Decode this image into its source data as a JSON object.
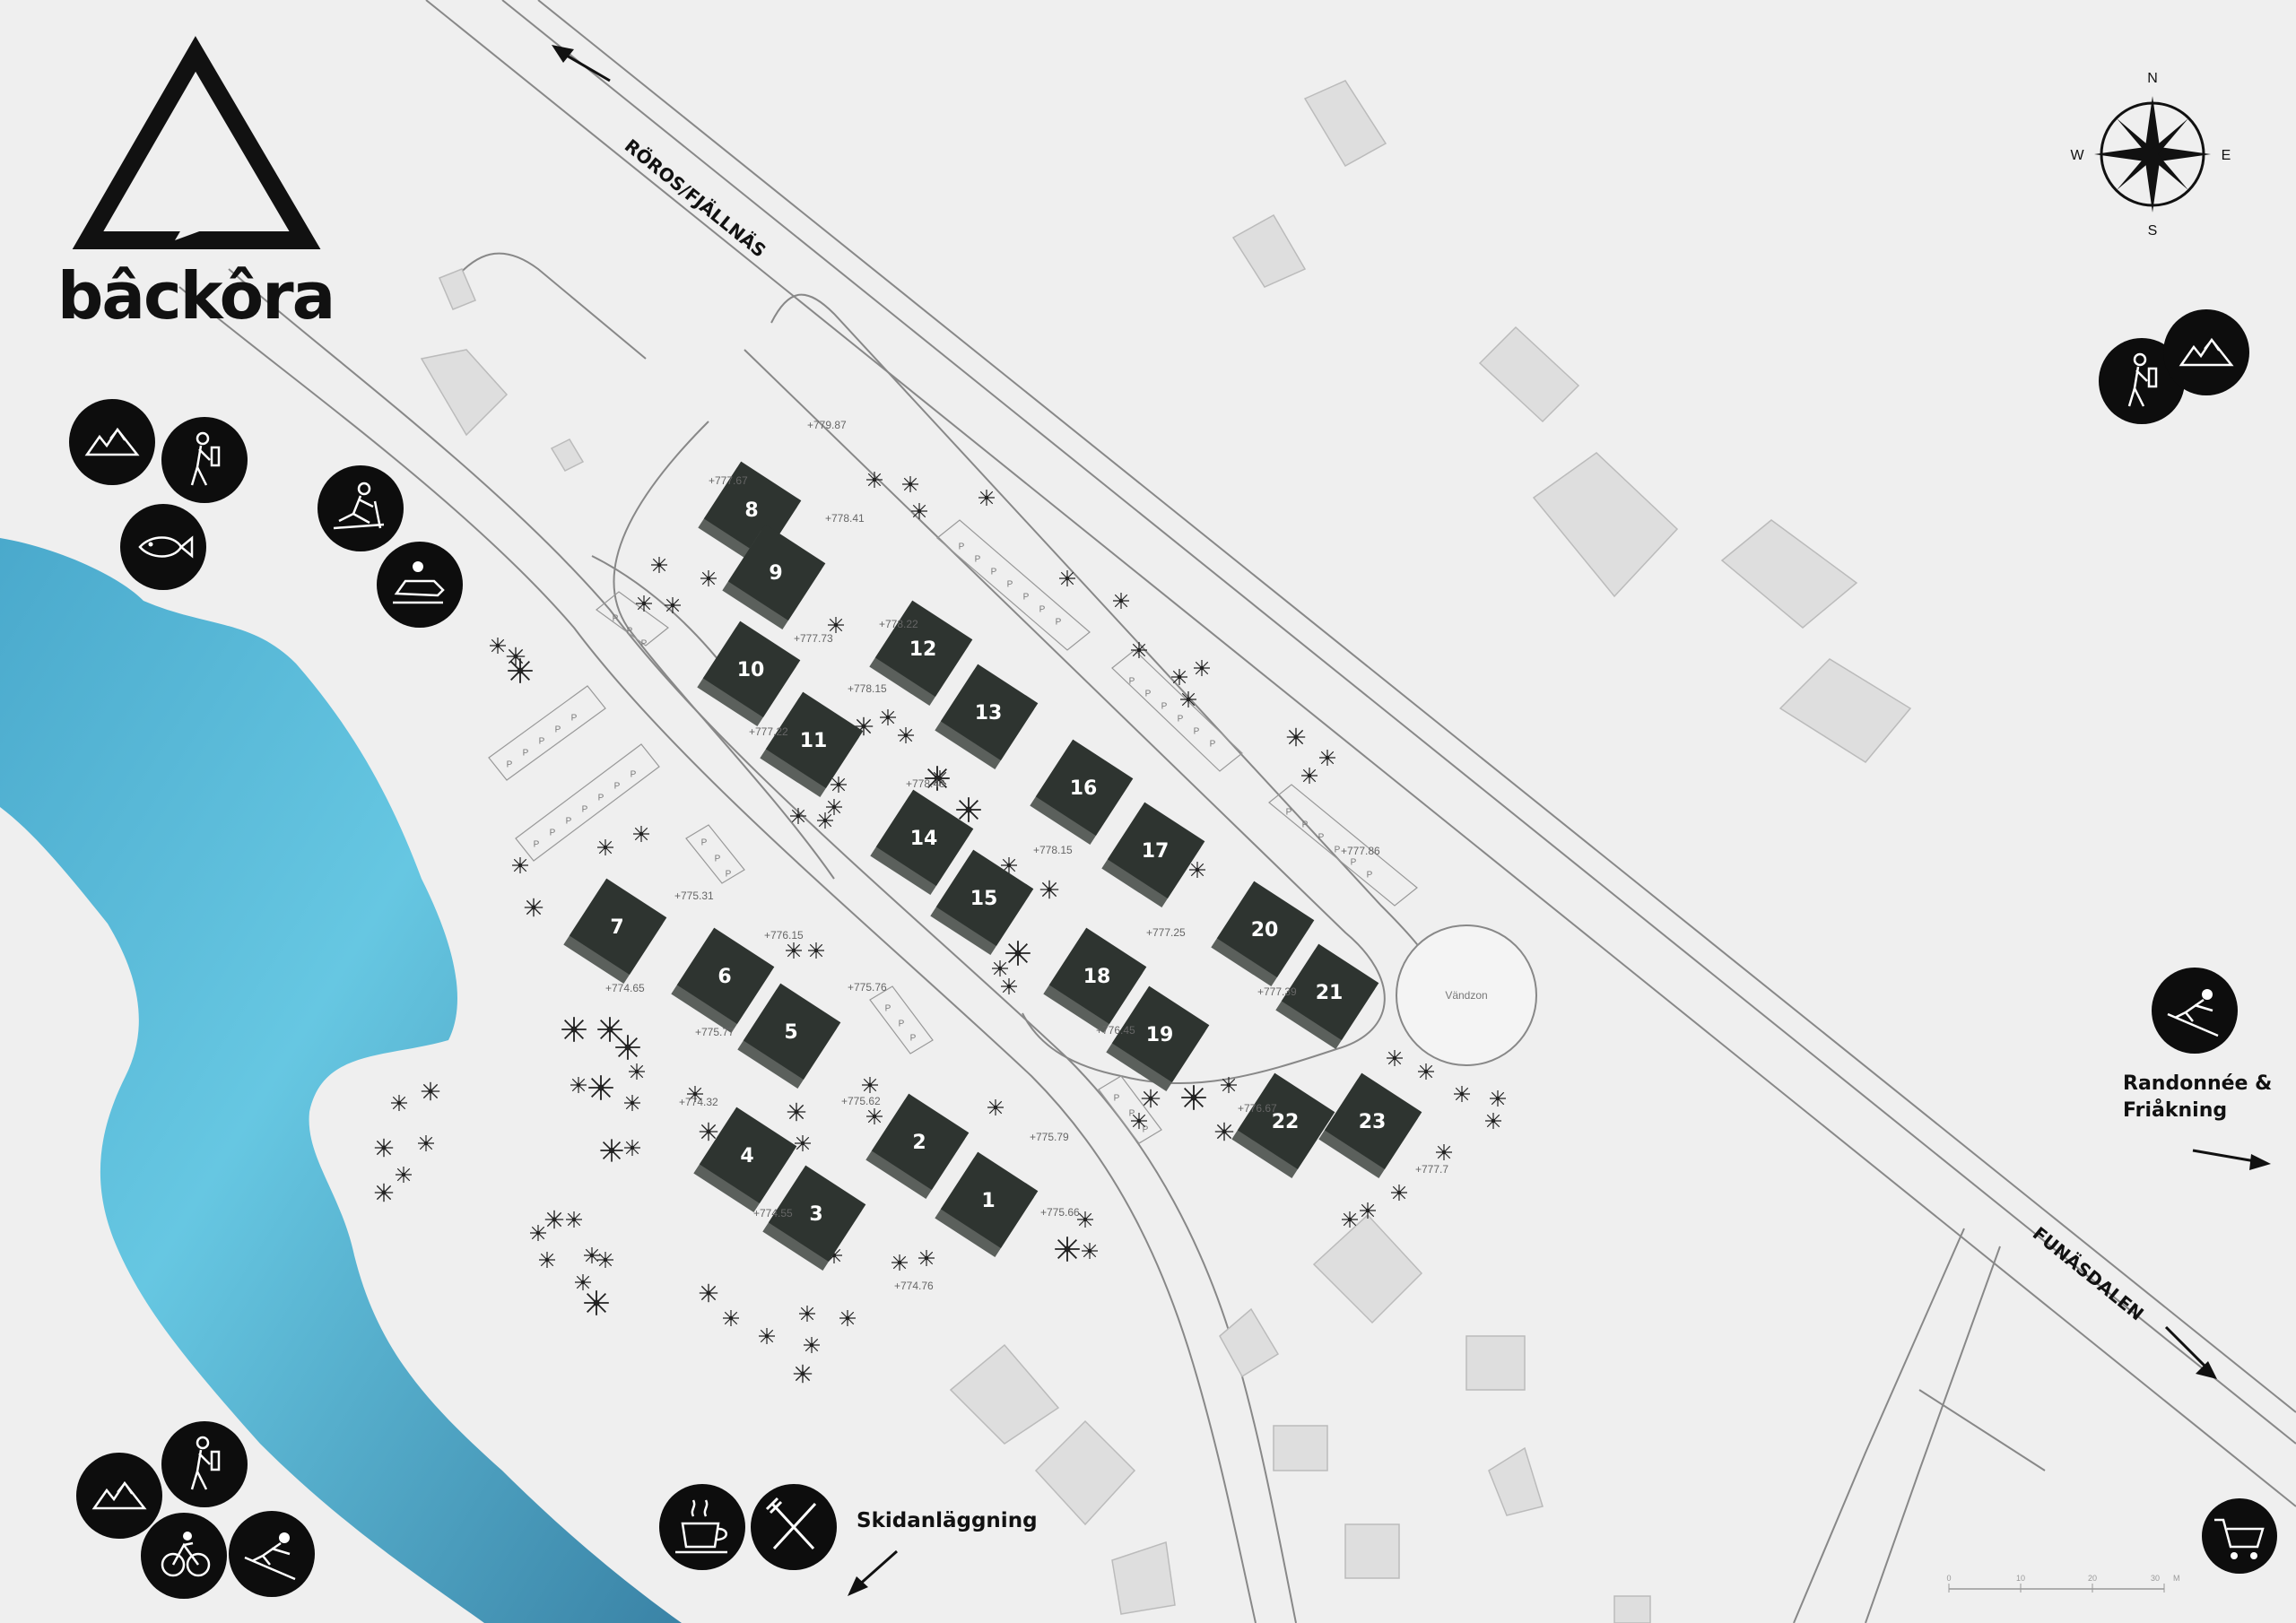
{
  "brand": {
    "name": "bâckôra"
  },
  "compass": {
    "n": "N",
    "s": "S",
    "e": "E",
    "w": "W"
  },
  "roads": {
    "north_label": "RÖROS/FJÄLLNÄS",
    "south_label": "FUNÄSDALEN",
    "turnaround": "Vändzon"
  },
  "destinations": {
    "ski_resort": "Skidanläggning",
    "randonnee_line1": "Randonnée &",
    "randonnee_line2": "Friåkning"
  },
  "plots": [
    {
      "num": "1"
    },
    {
      "num": "2"
    },
    {
      "num": "3"
    },
    {
      "num": "4"
    },
    {
      "num": "5"
    },
    {
      "num": "6"
    },
    {
      "num": "7"
    },
    {
      "num": "8"
    },
    {
      "num": "9"
    },
    {
      "num": "10"
    },
    {
      "num": "11"
    },
    {
      "num": "12"
    },
    {
      "num": "13"
    },
    {
      "num": "14"
    },
    {
      "num": "15"
    },
    {
      "num": "16"
    },
    {
      "num": "17"
    },
    {
      "num": "18"
    },
    {
      "num": "19"
    },
    {
      "num": "20"
    },
    {
      "num": "21"
    },
    {
      "num": "22"
    },
    {
      "num": "23"
    }
  ],
  "elevations": [
    "+779.87",
    "+777.67",
    "+778.41",
    "+777.73",
    "+778.22",
    "+778.15",
    "+777.22",
    "+778.43",
    "+778.15",
    "+775.31",
    "+776.15",
    "+774.65",
    "+775.77",
    "+775.76",
    "+777.25",
    "+777.39",
    "+776.45",
    "+774.32",
    "+775.62",
    "+775.79",
    "+774.55",
    "+775.66",
    "+774.76",
    "+776.67",
    "+777.7",
    "+777.86"
  ],
  "parking_symbol": "P",
  "scale_bar": {
    "ticks": [
      "0",
      "10",
      "20",
      "30"
    ],
    "unit": "M"
  },
  "icons": [
    "mountain-icon",
    "hiker-icon",
    "fish-icon",
    "cross-country-ski-icon",
    "snowmobile-icon",
    "coffee-cup-icon",
    "fork-knife-icon",
    "downhill-ski-icon",
    "shopping-cart-icon",
    "cycling-icon"
  ],
  "colors": {
    "background": "#efefef",
    "lake": "#5bbfdc",
    "lake_deep": "#3c8db0",
    "plot": "#2e3430",
    "building": "#dedede",
    "road_line": "#888888",
    "icon_circle": "#0d0d0d"
  }
}
